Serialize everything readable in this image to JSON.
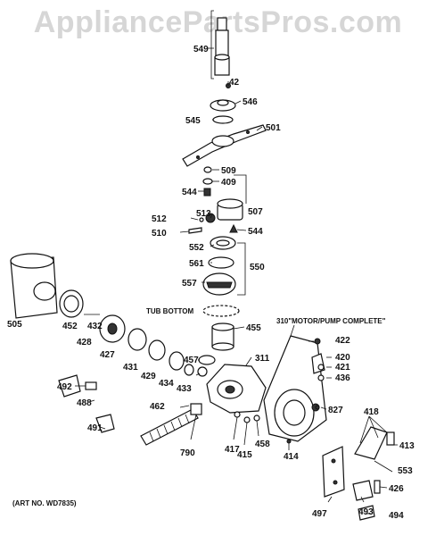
{
  "watermark": "AppliancePartsPros.com",
  "art_number": "(ART NO. WD7835)",
  "captions": {
    "tub_bottom": "TUB BOTTOM",
    "motor_pump": "310\"MOTOR/PUMP COMPLETE\""
  },
  "parts": {
    "p549": "549",
    "p42": "42",
    "p546": "546",
    "p545": "545",
    "p501": "501",
    "p509": "509",
    "p409": "409",
    "p544a": "544",
    "p507": "507",
    "p512": "512",
    "p513": "513",
    "p544b": "544",
    "p510": "510",
    "p552": "552",
    "p561": "561",
    "p550": "550",
    "p557": "557",
    "p505": "505",
    "p452": "452",
    "p432": "432",
    "p428": "428",
    "p427": "427",
    "p431": "431",
    "p429": "429",
    "p434": "434",
    "p455": "455",
    "p457": "457",
    "p433": "433",
    "p311": "311",
    "p422": "422",
    "p420": "420",
    "p421": "421",
    "p436": "436",
    "p492": "492",
    "p488": "488",
    "p491": "491",
    "p462": "462",
    "p790": "790",
    "p417": "417",
    "p415": "415",
    "p458": "458",
    "p827": "827",
    "p414": "414",
    "p418": "418",
    "p413": "413",
    "p553": "553",
    "p426": "426",
    "p497": "497",
    "p493": "493",
    "p494": "494"
  }
}
